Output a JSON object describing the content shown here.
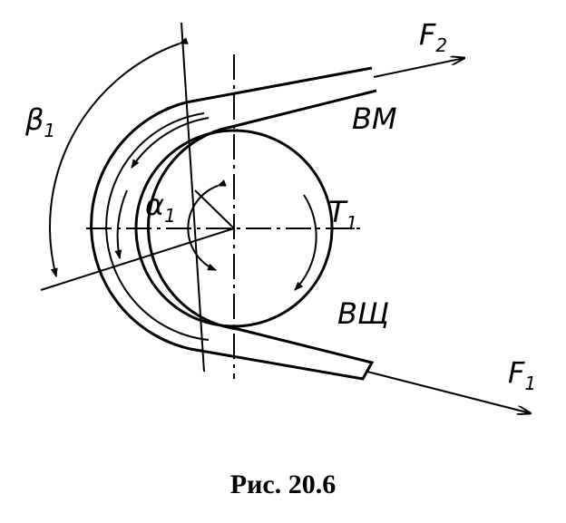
{
  "labels": {
    "f2": {
      "main": "F",
      "sub": "2"
    },
    "bm": "ВМ",
    "beta1": {
      "main": "β",
      "sub": "1"
    },
    "alpha1": {
      "main": "α",
      "sub": "1"
    },
    "t1": {
      "main": "T",
      "sub": "1"
    },
    "vsch": "ВЩ",
    "f1": {
      "main": "F",
      "sub": "1"
    }
  },
  "caption": "Рис. 20.6"
}
